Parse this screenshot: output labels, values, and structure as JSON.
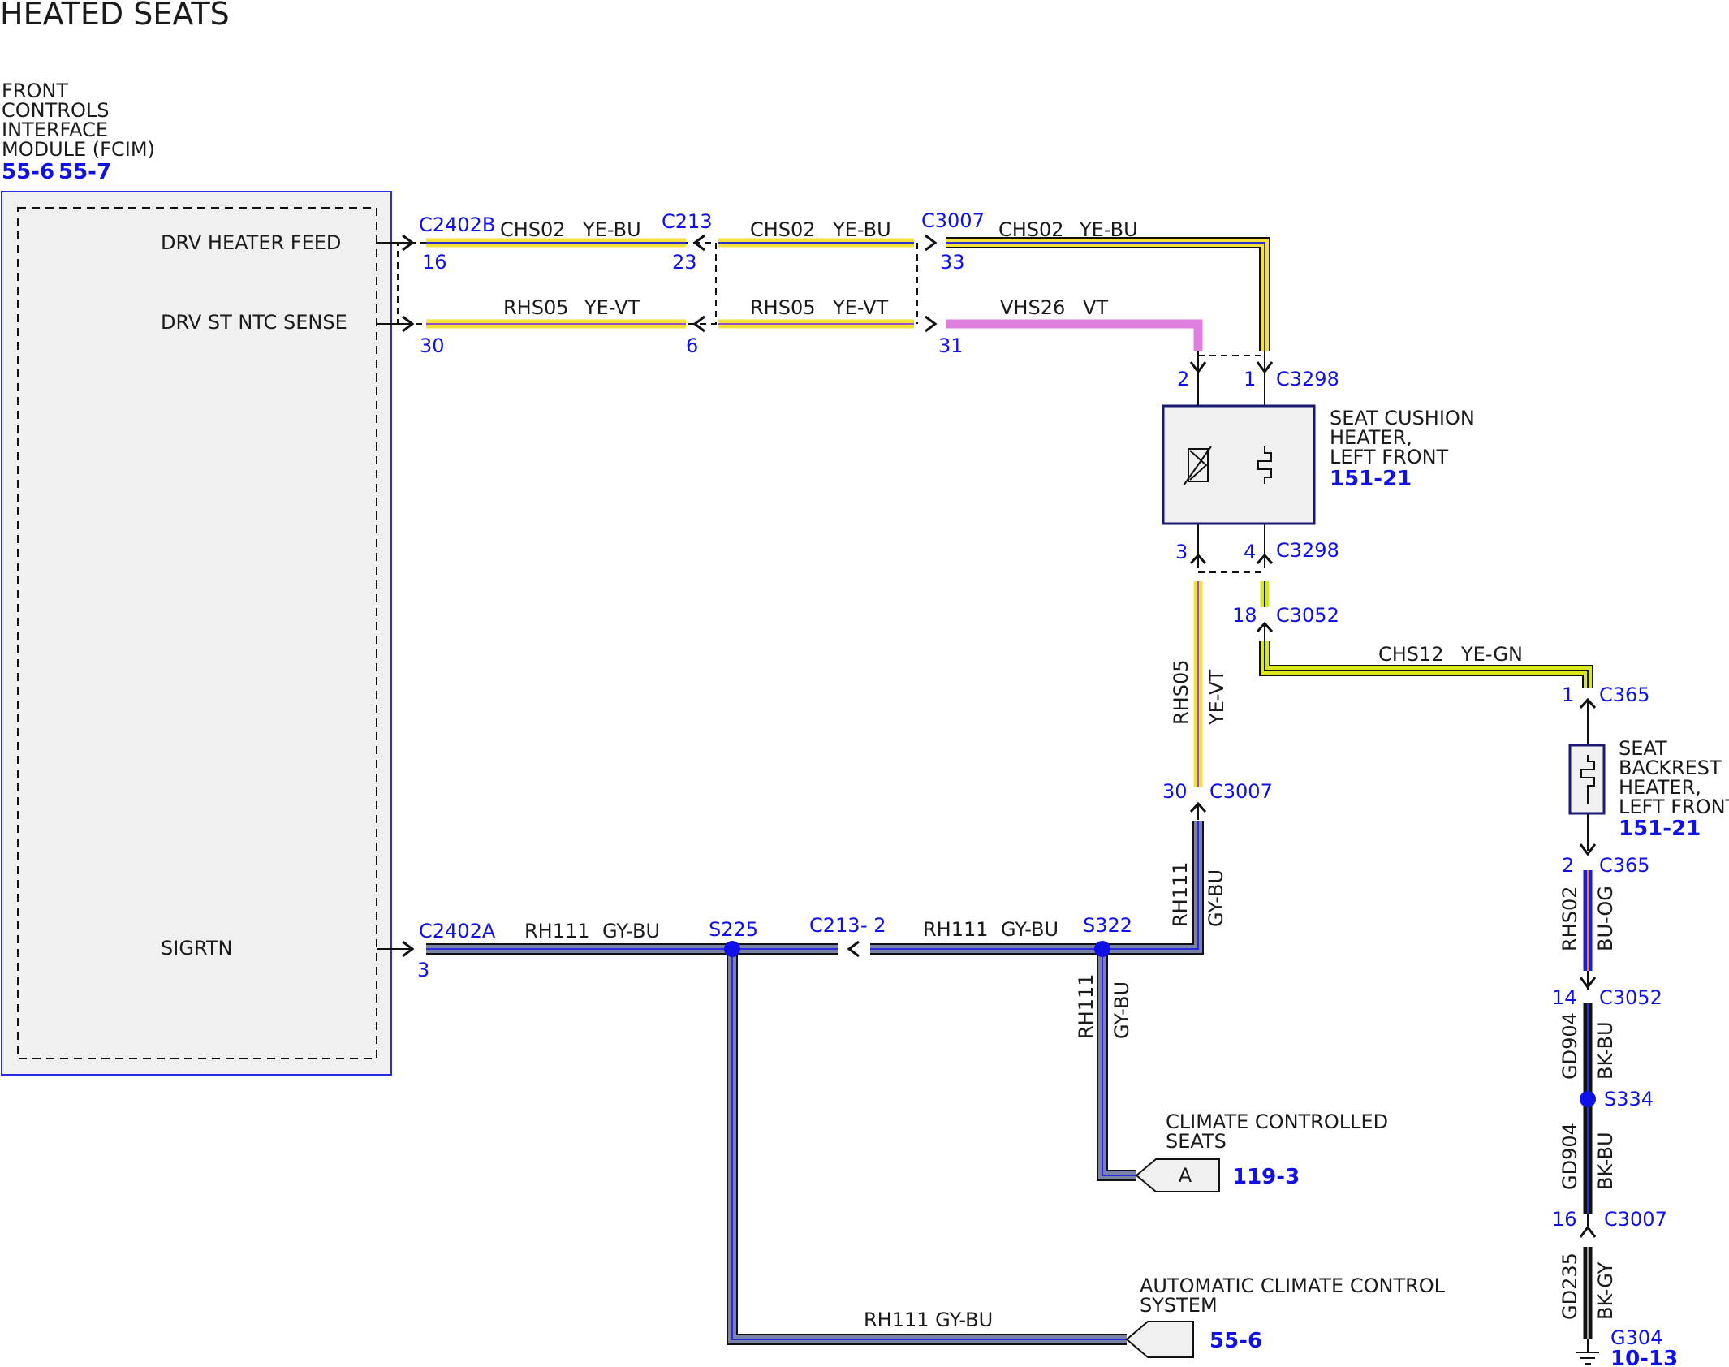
{
  "title": "HEATED SEATS",
  "fcim": {
    "name_lines": [
      "FRONT",
      "CONTROLS",
      "INTERFACE",
      "MODULE (FCIM)"
    ],
    "refs": [
      "55-6",
      "55-7"
    ],
    "pins": {
      "drv_heater_feed": "DRV HEATER FEED",
      "drv_st_ntc_sense": "DRV ST NTC SENSE",
      "sigrtn": "SIGRTN"
    }
  },
  "connectors": {
    "c2402b": "C2402B",
    "c2402a": "C2402A",
    "c213_top": "C213",
    "c213_bottom": "C213",
    "c213_bottom_pin": "- 2",
    "c3007_top": "C3007",
    "c3007_mid": "C3007",
    "c3007_bottom": "C3007",
    "c3298_top": "C3298",
    "c3298_bottom": "C3298",
    "c3052_a": "C3052",
    "c3052_b": "C3052",
    "c365_top": "C365",
    "c365_bottom": "C365"
  },
  "pins": {
    "p16": "16",
    "p23": "23",
    "p33": "33",
    "p30a": "30",
    "p6": "6",
    "p31": "31",
    "p3a": "3",
    "p2": "2",
    "p1": "1",
    "p3b": "3",
    "p4": "4",
    "p18": "18",
    "p1b": "1",
    "p30b": "30",
    "p2b": "2",
    "p14": "14",
    "p16b": "16"
  },
  "wires": {
    "chs02": "CHS02",
    "ye_bu": "YE-BU",
    "rhs05": "RHS05",
    "ye_vt": "YE-VT",
    "vhs26": "VHS26",
    "vt": "VT",
    "chs12": "CHS12",
    "ye_gn": "YE-GN",
    "rh111": "RH111",
    "gy_bu": "GY-BU",
    "rh111_gy_bu": "RH111 GY-BU",
    "rhs02": "RHS02",
    "bu_og": "BU-OG",
    "gd904": "GD904",
    "bk_bu": "BK-BU",
    "gd235": "GD235",
    "bk_gy": "BK-GY"
  },
  "splices": {
    "s225": "S225",
    "s322": "S322",
    "s334": "S334"
  },
  "components": {
    "seat_cushion": {
      "lines": [
        "SEAT CUSHION",
        "HEATER,",
        "LEFT FRONT"
      ],
      "ref": "151-21"
    },
    "seat_backrest": {
      "lines": [
        "SEAT",
        "BACKREST",
        "HEATER,",
        "LEFT FRONT"
      ],
      "ref": "151-21"
    },
    "climate_controlled": {
      "lines": [
        "CLIMATE CONTROLLED",
        "SEATS"
      ],
      "letter": "A",
      "ref": "119-3"
    },
    "auto_climate": {
      "lines": [
        "AUTOMATIC CLIMATE CONTROL",
        "SYSTEM"
      ],
      "ref": "55-6"
    },
    "ground": {
      "name": "G304",
      "ref": "10-13"
    }
  },
  "colors": {
    "yellow": "#f2e23a",
    "yellow_green": "#d8e81a",
    "violet": "#e07ee0",
    "gray_blue": "#707a9a",
    "blue": "#1b1bd8",
    "black": "#111111",
    "label_blue": "#1010e8"
  }
}
